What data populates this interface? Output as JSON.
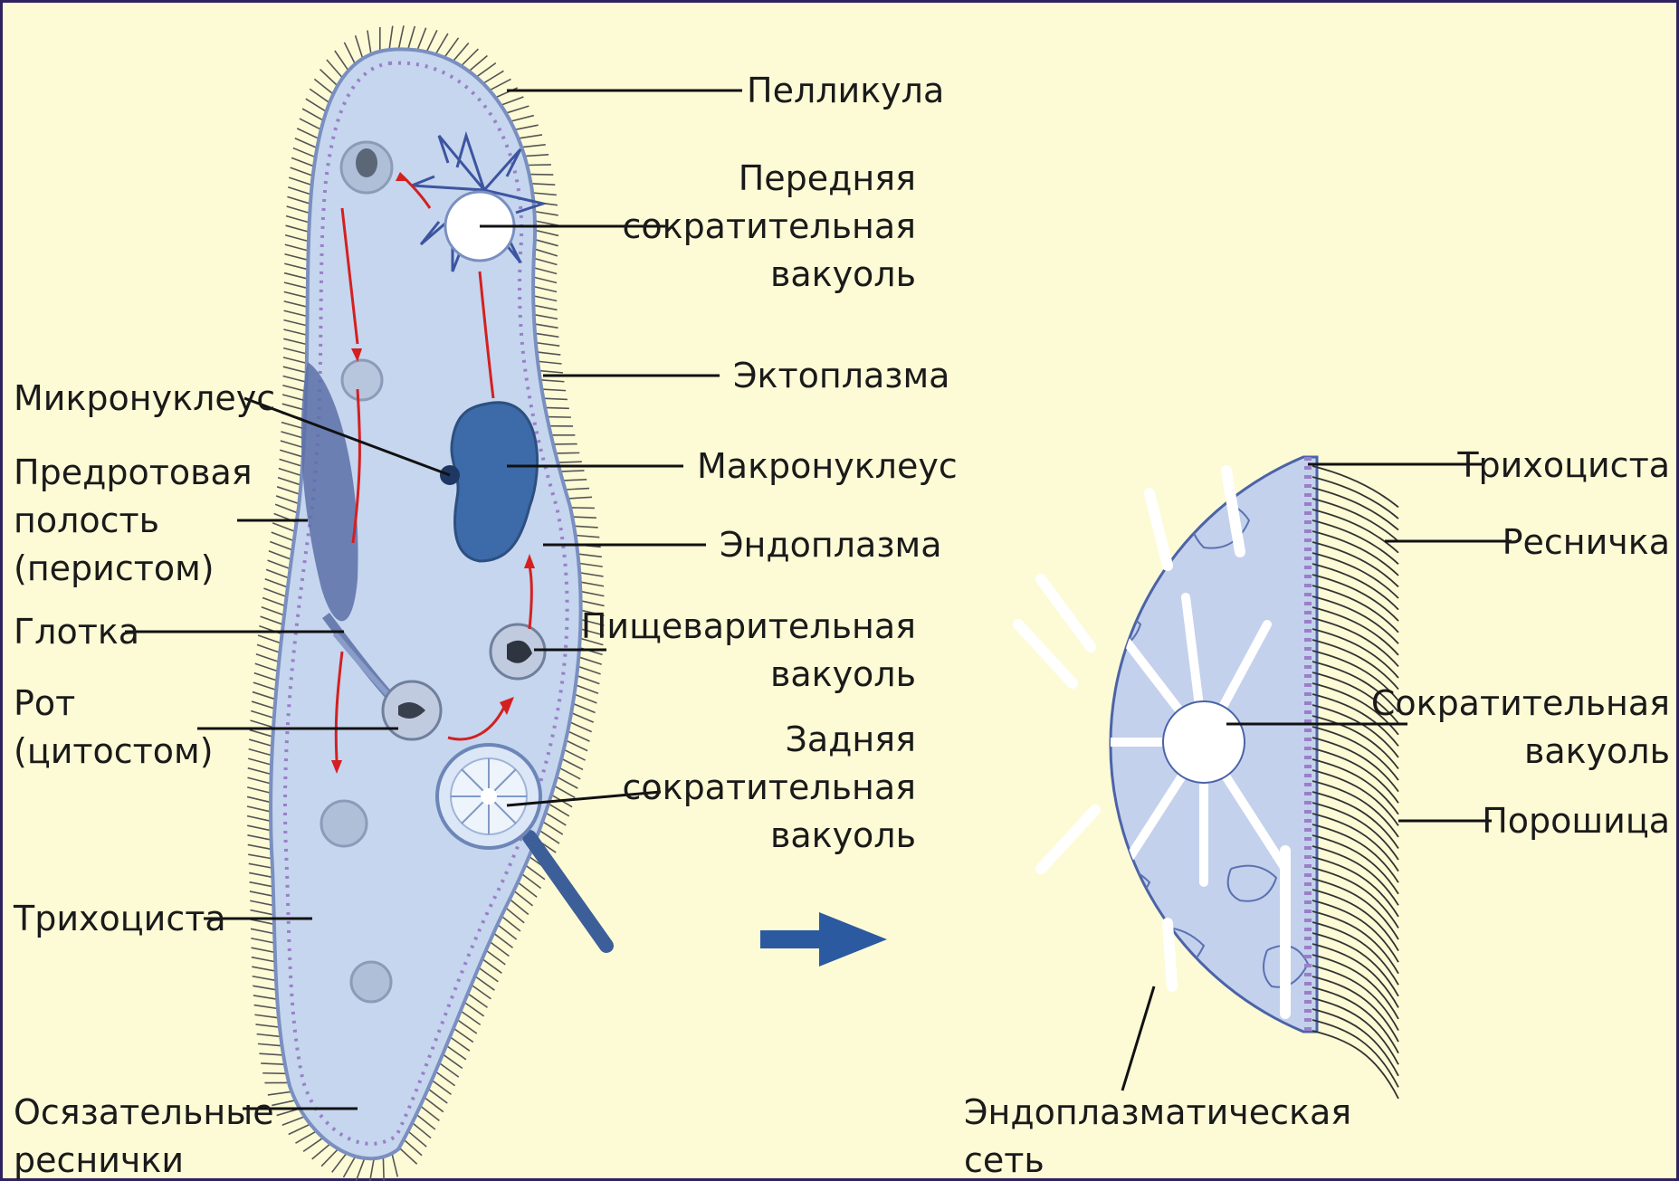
{
  "labels": {
    "pellicle": "Пелликула",
    "anterior_vacuole": [
      "Передняя",
      "сократительная",
      "вакуоль"
    ],
    "ectoplasm": "Эктоплазма",
    "micronucleus": "Микронуклеус",
    "macronucleus": "Макронуклеус",
    "peristome": [
      "Предротовая",
      "полость",
      "(перистом)"
    ],
    "endoplasm": "Эндоплазма",
    "pharynx": "Глотка",
    "digestive_vacuole": [
      "Пищеварительная",
      "вакуоль"
    ],
    "mouth": [
      "Рот",
      "(цитостом)"
    ],
    "posterior_vacuole": [
      "Задняя",
      "сократительная",
      "вакуоль"
    ],
    "trichocyst_left": "Трихоциста",
    "tactile_cilia": [
      "Осязательные",
      "реснички"
    ],
    "trichocyst_right": "Трихоциста",
    "cilium": "Ресничка",
    "contractile_vacuole": [
      "Сократительная",
      "вакуоль"
    ],
    "anal_pore": "Порошица",
    "endoplasmic_network": [
      "Эндоплазматическая",
      "сеть"
    ]
  },
  "colors": {
    "background": "#fdfbd6",
    "frame": "#2e2260",
    "cell_fill": "#c5d6ee",
    "cell_edge": "#7a8fc0",
    "nucleus": "#3d6aa8",
    "arrow_red": "#d42020",
    "arrow_blue": "#2c5aa0"
  }
}
